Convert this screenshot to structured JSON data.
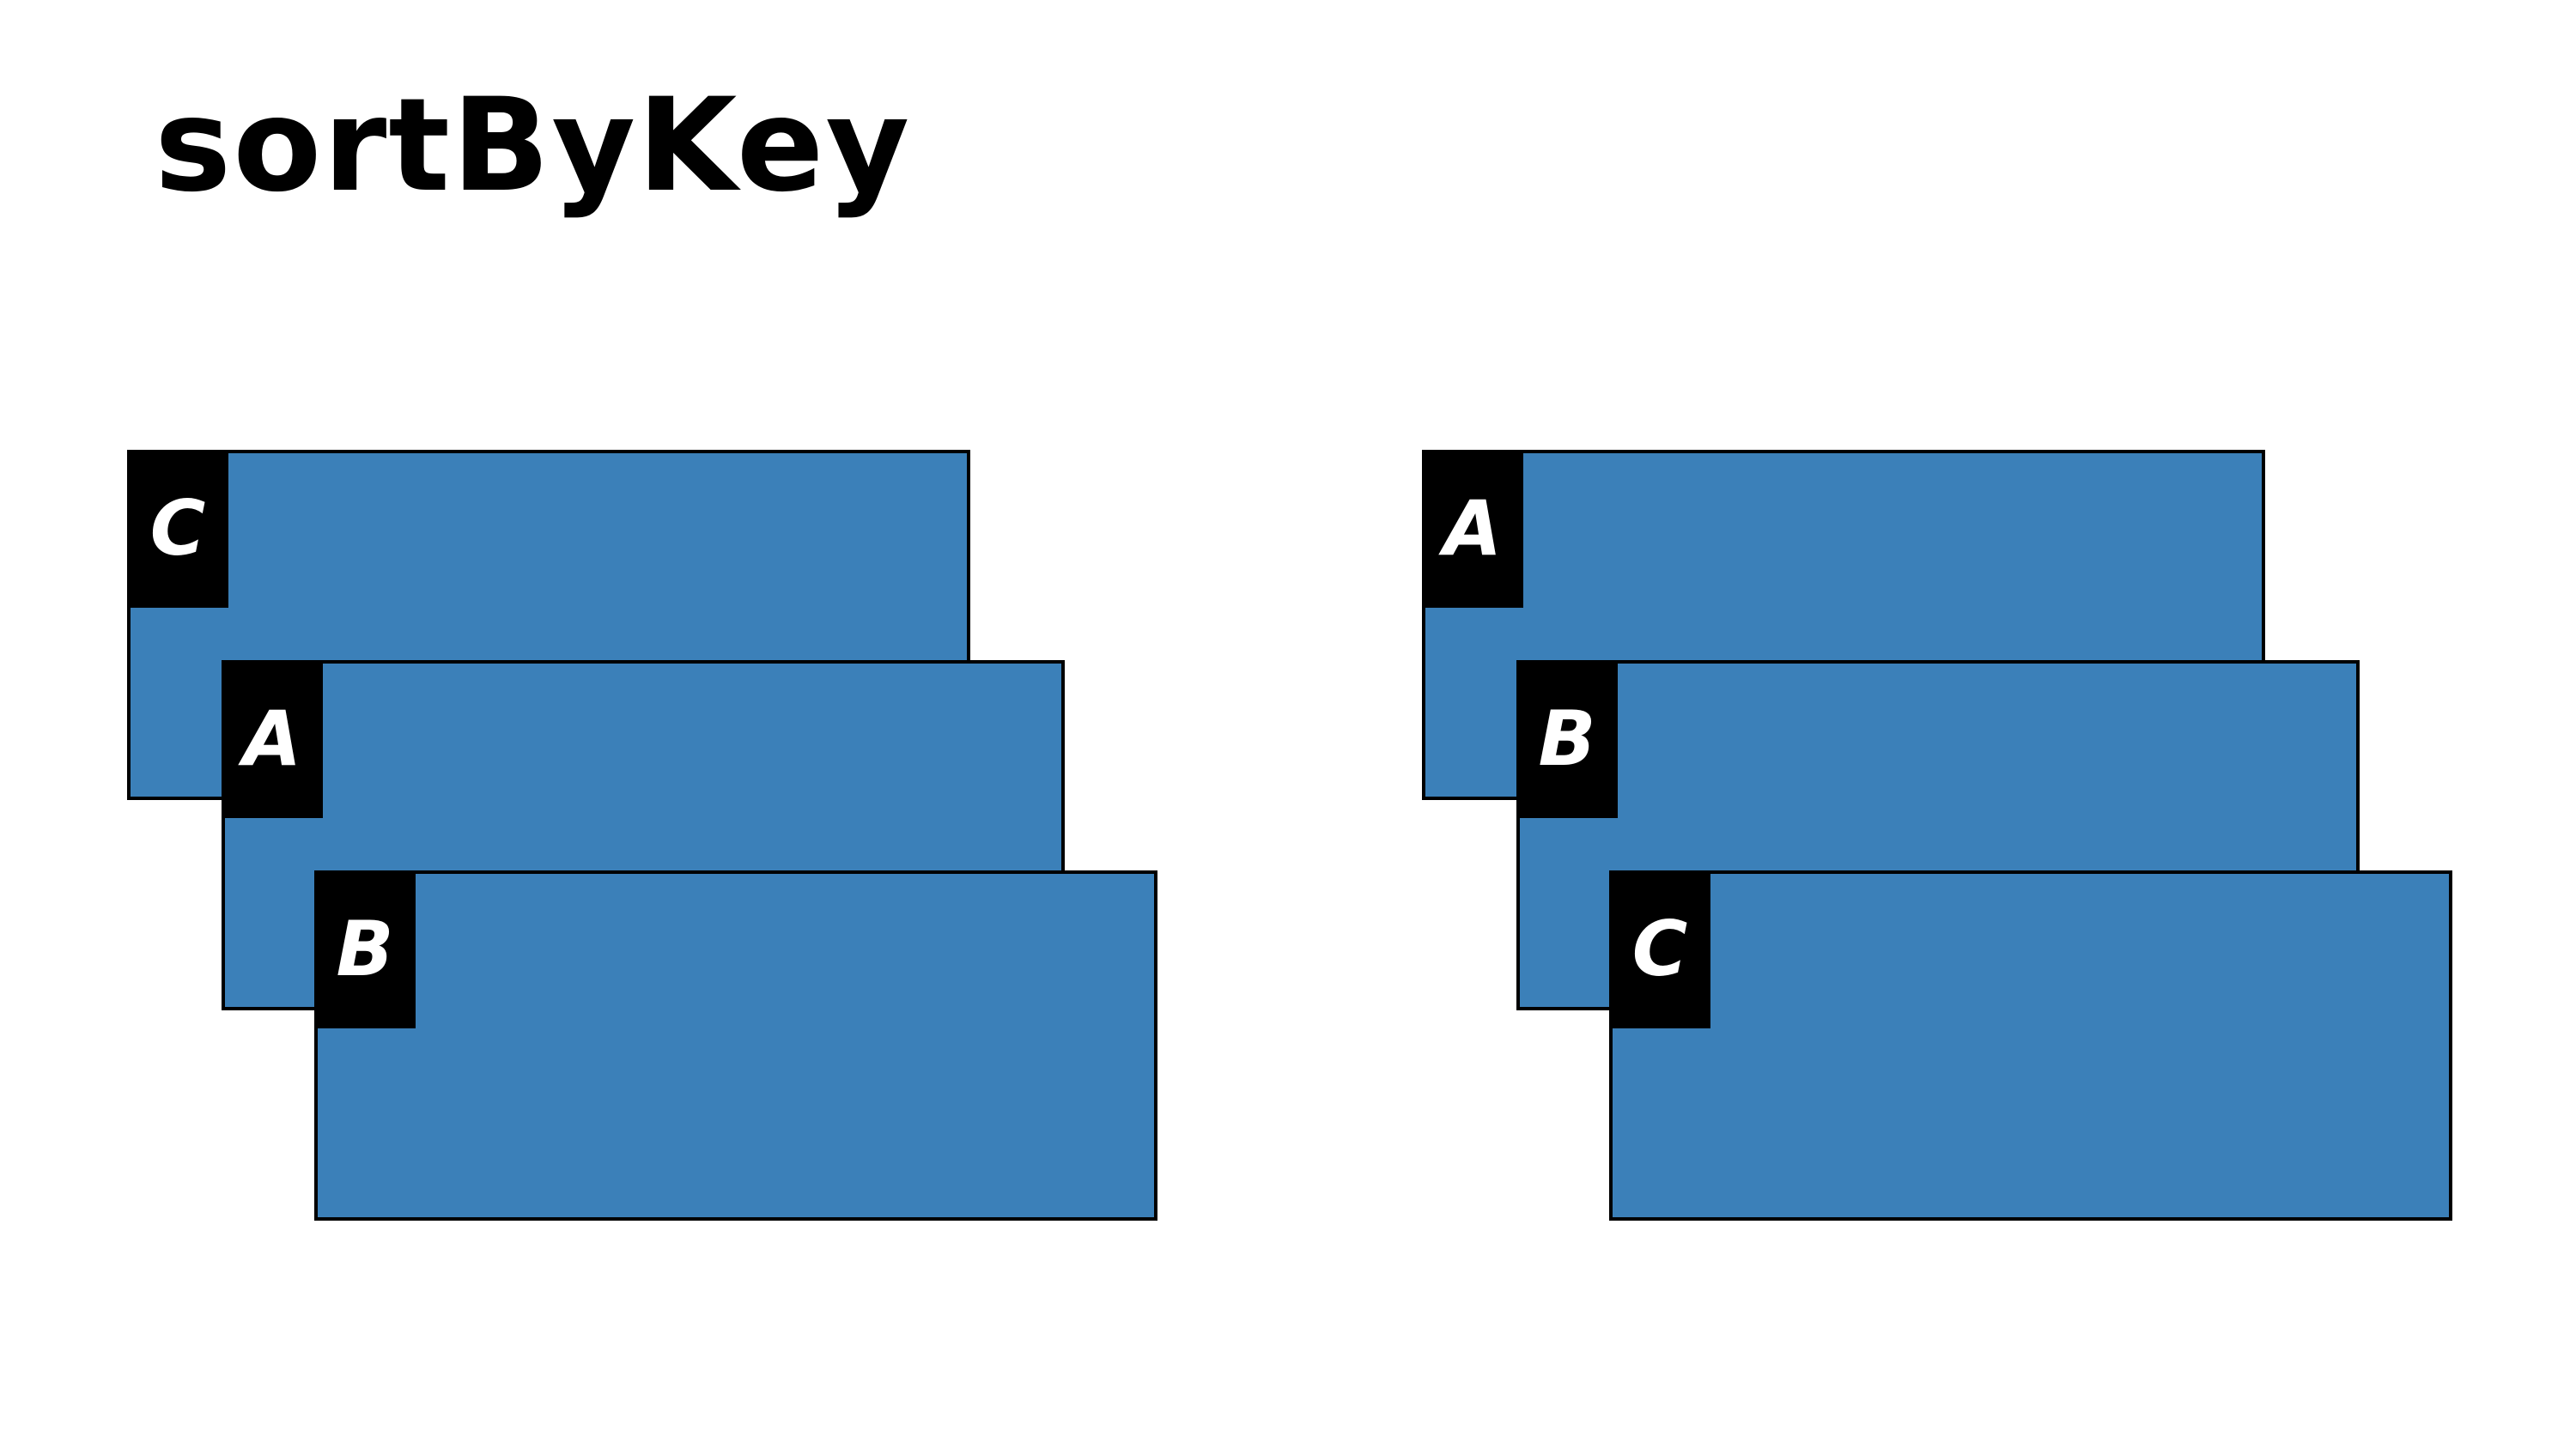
{
  "title": "sortByKey",
  "colors": {
    "card_fill": "#3b80b9",
    "key_fill": "#000000",
    "key_text": "#ffffff",
    "border": "#000000"
  },
  "before": {
    "keys": [
      "C",
      "A",
      "B"
    ]
  },
  "after": {
    "keys": [
      "A",
      "B",
      "C"
    ]
  }
}
